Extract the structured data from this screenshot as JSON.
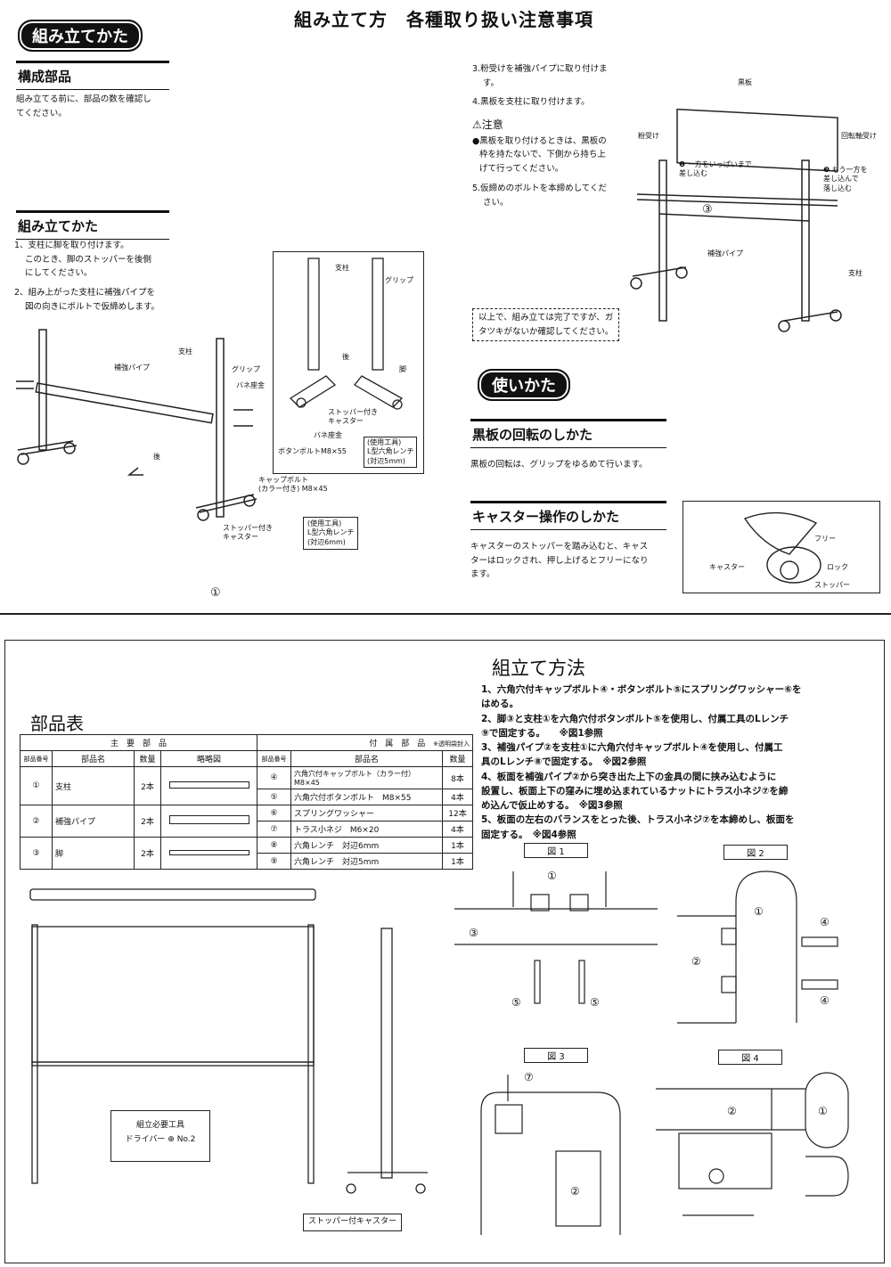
{
  "top": {
    "title": "組み立て方　各種取り扱い注意事項",
    "assembly_pill": "組み立てかた",
    "parts_heading": "構成部品",
    "parts_text_1": "組み立てる前に、部品の数を確認し",
    "parts_text_2": "てください。",
    "assembly_heading": "組み立てかた",
    "step1_1": "1、支柱に脚を取り付けます。",
    "step1_2": "このとき、脚のストッパーを後側",
    "step1_3": "にしてください。",
    "step2_1": "2、組み上がった支柱に補強パイプを",
    "step2_2": "図の向きにボルトで仮締めします。",
    "label_hokyo": "補強パイプ",
    "label_shichu": "支柱",
    "label_grip": "グリップ",
    "label_bane": "バネ座金",
    "label_ushiro": "後",
    "label_cap_bolt_1": "キャップボルト",
    "label_cap_bolt_2": "(カラー付き) M8×45",
    "label_stopper_caster_1": "ストッパー付き",
    "label_stopper_caster_2": "キャスター",
    "tool_1": "(使用工具)",
    "tool_2": "L型六角レンチ",
    "tool_3": "(対辺6mm)",
    "inset_shichu": "支柱",
    "inset_grip": "グリップ",
    "inset_ushiro": "後",
    "inset_ashi": "脚",
    "inset_stopper_1": "ストッパー付き",
    "inset_stopper_2": "キャスター",
    "inset_bane": "バネ座金",
    "inset_button_bolt": "ボタンボルトM8×55",
    "inset_tool_1": "(使用工具)",
    "inset_tool_2": "L型六角レンチ",
    "inset_tool_3": "(対辺5mm)",
    "page_num": "①",
    "step3_1": "3.粉受けを補強パイプに取り付けま",
    "step3_2": "す。",
    "step4": "4.黒板を支柱に取り付けます。",
    "caution": "⚠注意",
    "caution_1": "●黒板を取り付けるときは、黒板の",
    "caution_2": "枠を持たないで、下側から持ち上",
    "caution_3": "げて行ってください。",
    "step5_1": "5.仮締めのボルトを本締めしてくだ",
    "step5_2": "さい。",
    "r_kokuban": "黒板",
    "r_kaiten": "回転軸受け",
    "r_konauke": "粉受け",
    "r_note1_1": "❶ 一方をいっぱいまで",
    "r_note1_2": "差し込む",
    "r_note2_1": "❷ もう一方を",
    "r_note2_2": "差し込んで",
    "r_note2_3": "落し込む",
    "r_hokyo": "補強パイプ",
    "r_shichu": "支柱",
    "r_num3": "③",
    "done_1": "以上で、組み立ては完了ですが、ガ",
    "done_2": "タツキがないか確認してください。",
    "usage_pill": "使いかた",
    "rotate_heading": "黒板の回転のしかた",
    "rotate_text": "黒板の回転は、グリップをゆるめて行います。",
    "caster_heading": "キャスター操作のしかた",
    "caster_text_1": "キャスターのストッパーを踏み込むと、キャス",
    "caster_text_2": "ターはロックされ、押し上げるとフリーになり",
    "caster_text_3": "ます。",
    "c_free": "フリー",
    "c_caster": "キャスター",
    "c_lock": "ロック",
    "c_stopper": "ストッパー"
  },
  "bottom": {
    "parts_title": "部品表",
    "main_parts_header": "主　要　部　品",
    "acc_parts_header": "付　属　部　品",
    "acc_note": "※透明袋封入",
    "col_no": "部品番号",
    "col_name": "部品名",
    "col_qty": "数量",
    "col_fig": "略略図",
    "main_rows": [
      {
        "no": "①",
        "name": "支柱",
        "qty": "2本"
      },
      {
        "no": "②",
        "name": "補強パイプ",
        "qty": "2本"
      },
      {
        "no": "③",
        "name": "脚",
        "qty": "2本"
      }
    ],
    "acc_rows": [
      {
        "no": "④",
        "name": "六角穴付キャップボルト（カラー付）M8×45",
        "qty": "8本"
      },
      {
        "no": "⑤",
        "name": "六角穴付ボタンボルト　M8×55",
        "qty": "4本"
      },
      {
        "no": "⑥",
        "name": "スプリングワッシャー",
        "qty": "12本"
      },
      {
        "no": "⑦",
        "name": "トラス小ネジ　M6×20",
        "qty": "4本"
      },
      {
        "no": "⑧",
        "name": "六角レンチ　対辺6mm",
        "qty": "1本"
      },
      {
        "no": "⑨",
        "name": "六角レンチ　対辺5mm",
        "qty": "1本"
      }
    ],
    "method_title": "組立て方法",
    "method_lines": [
      "1、六角穴付キャップボルト④・ボタンボルト⑤にスプリングワッシャー⑥を",
      "はめる。",
      "2、脚③と支柱①を六角穴付ボタンボルト⑤を使用し、付属工具のLレンチ",
      "⑨で固定する。　　※図1参照",
      "3、補強パイプ②を支柱①に六角穴付キャップボルト④を使用し、付属工",
      "具のLレンチ⑧で固定する。　※図2参照",
      "4、板面を補強パイプ②から突き出た上下の金具の間に挟み込むように",
      "設置し、板面上下の窪みに埋め込まれているナットにトラス小ネジ⑦を締",
      "め込んで仮止めする。　※図3参照",
      "5、板面の左右のバランスをとった後、トラス小ネジ⑦を本締めし、板面を",
      "固定する。　※図4参照"
    ],
    "tools_1": "組立必要工具",
    "tools_2": "ドライバー ⊕ No.2",
    "stopper_caster": "ストッパー付キャスター",
    "fig1": "図 1",
    "fig2": "図 2",
    "fig3": "図 3",
    "fig4": "図 4",
    "n1": "①",
    "n2": "②",
    "n3": "③",
    "n4": "④",
    "n5": "⑤",
    "n7": "⑦"
  }
}
